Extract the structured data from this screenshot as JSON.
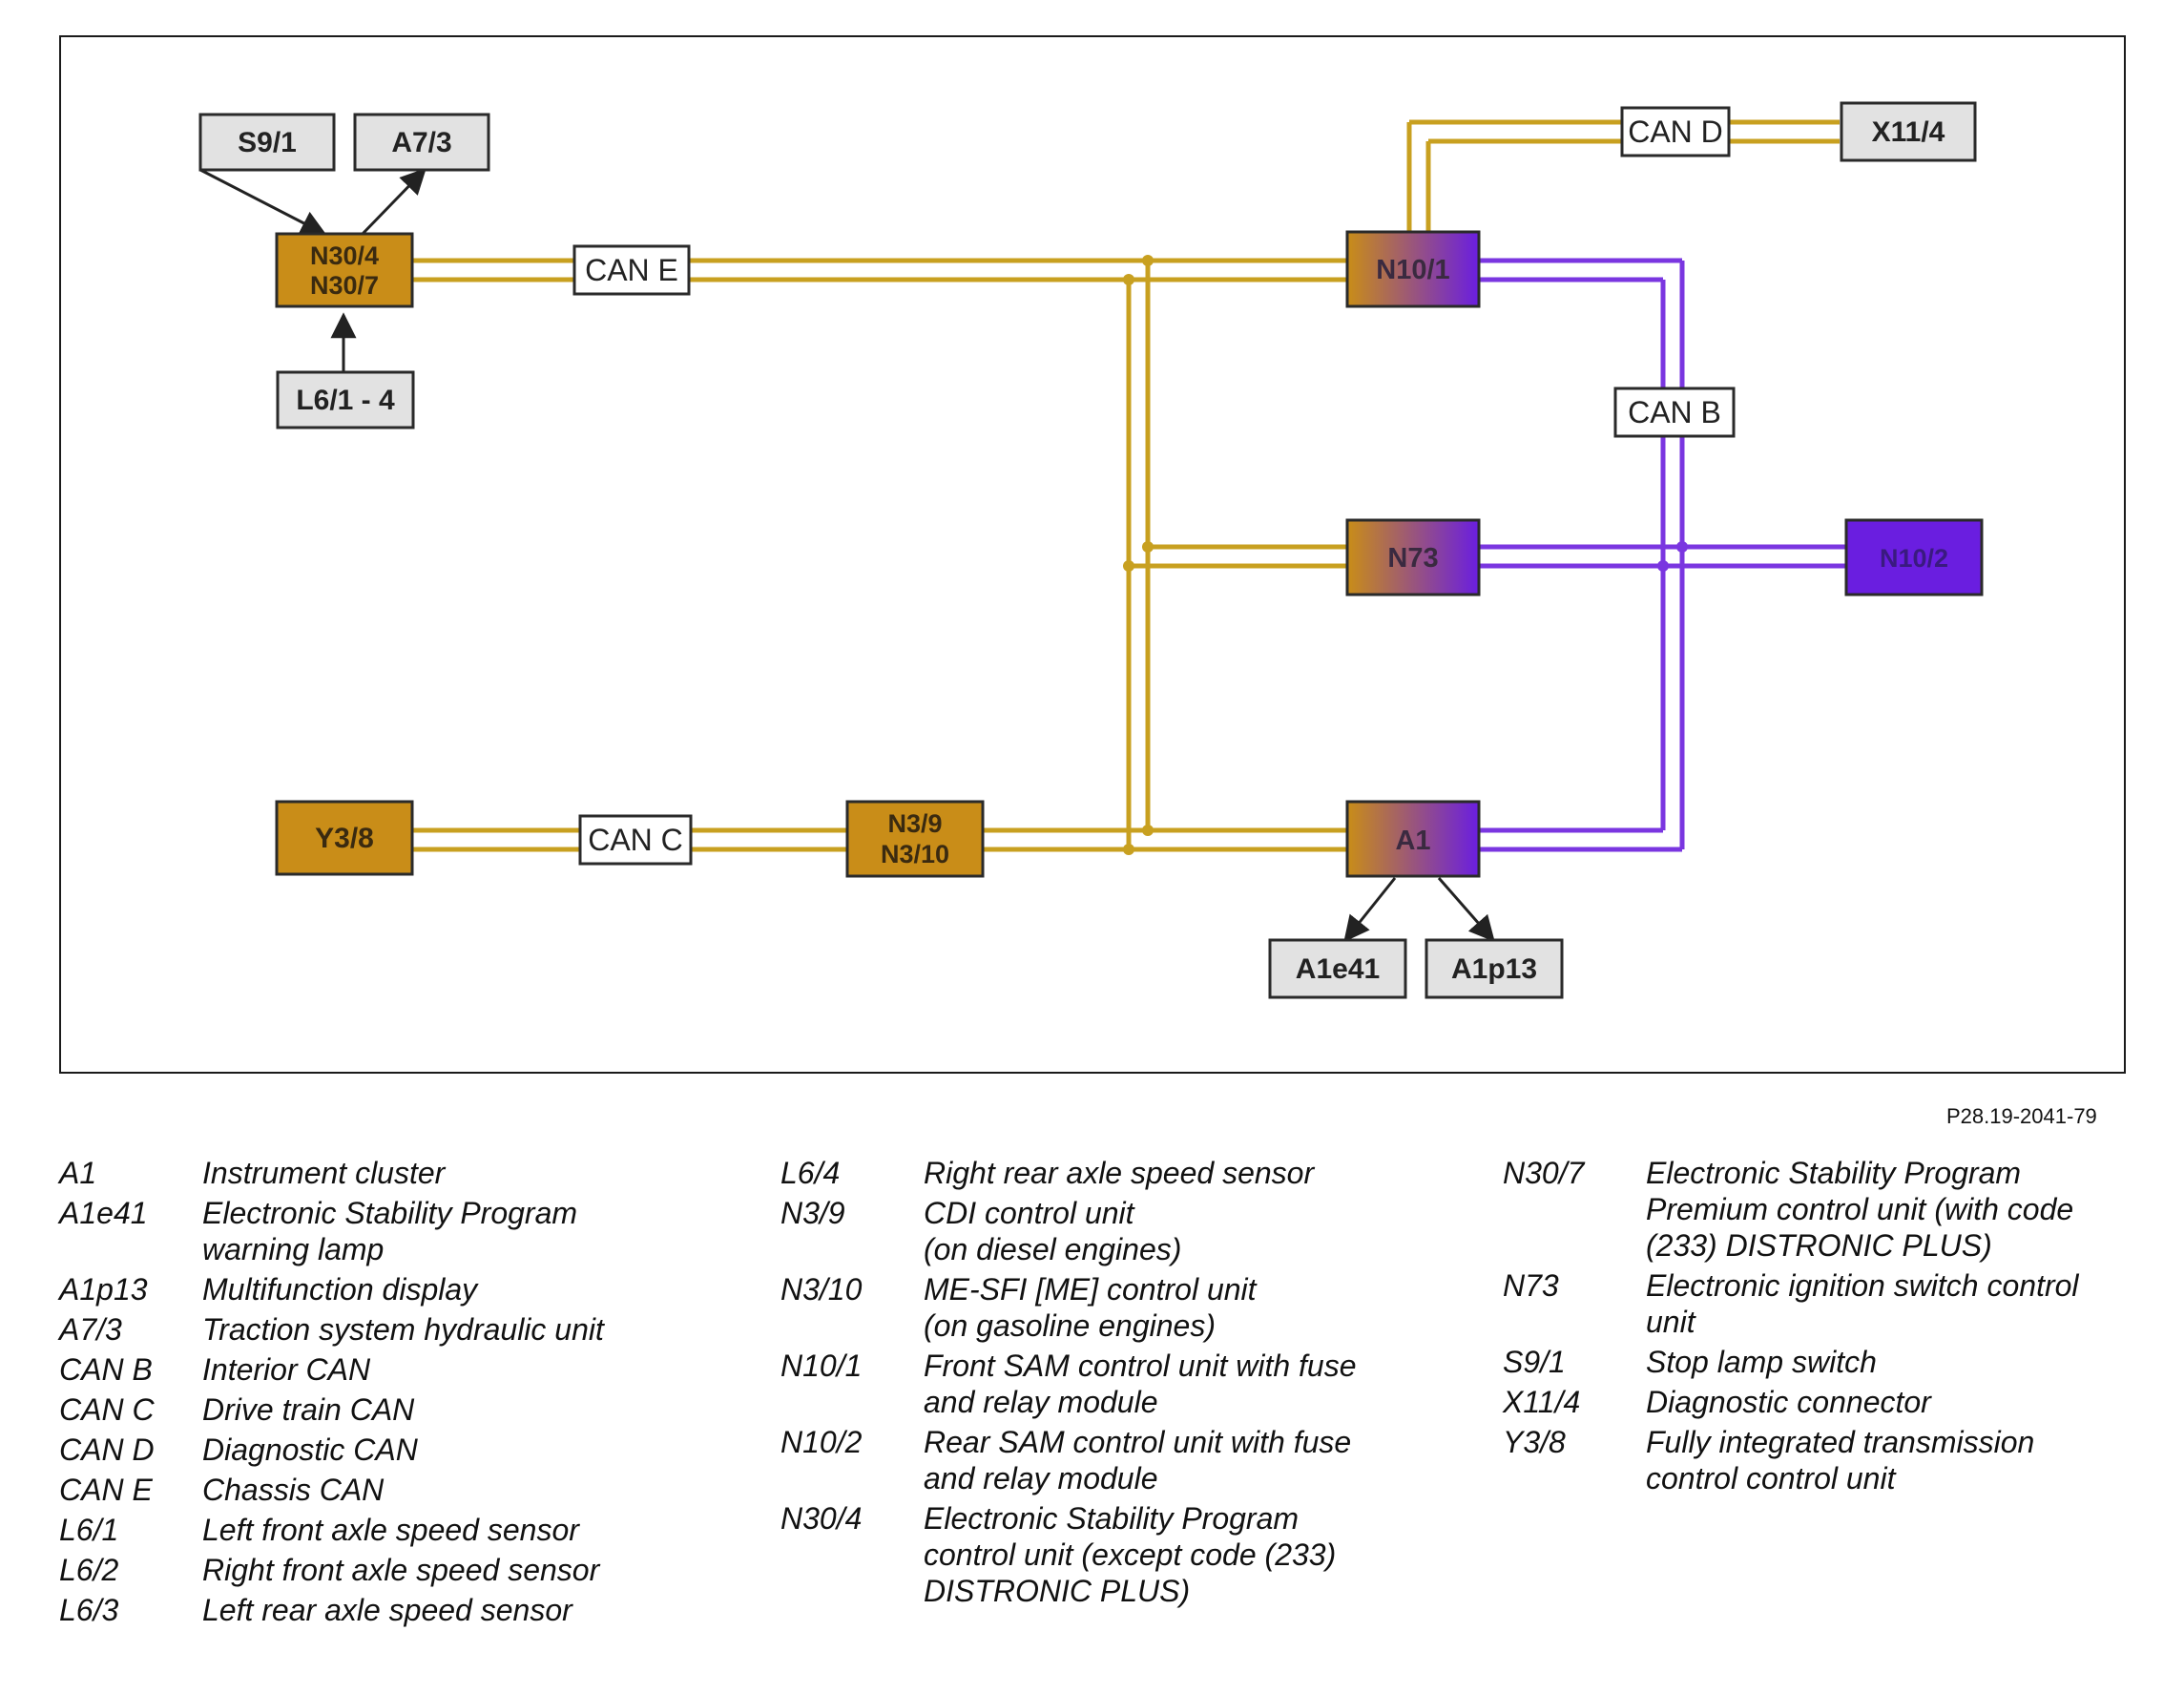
{
  "colors": {
    "can_e_line": "#c8a020",
    "can_b_line": "#7a36e0",
    "amber_box": "#c98d18",
    "violet_box": "#6a1ee0",
    "grey_box": "#e2e2e2",
    "border": "#2a2a2a"
  },
  "diagram": {
    "nodes": {
      "s9_1": "S9/1",
      "a7_3": "A7/3",
      "n30_4": "N30/4",
      "n30_7": "N30/7",
      "l6_1_4": "L6/1 - 4",
      "n10_1": "N10/1",
      "x11_4": "X11/4",
      "n73": "N73",
      "n10_2": "N10/2",
      "y3_8": "Y3/8",
      "n3_9": "N3/9",
      "n3_10": "N3/10",
      "a1": "A1",
      "a1e41": "A1e41",
      "a1p13": "A1p13"
    },
    "bus_labels": {
      "can_e": "CAN E",
      "can_d": "CAN D",
      "can_b": "CAN B",
      "can_c": "CAN C"
    }
  },
  "reference": "P28.19-2041-79",
  "legend": {
    "col1": [
      {
        "code": "A1",
        "desc": "Instrument cluster"
      },
      {
        "code": "A1e41",
        "desc": "Electronic Stability Program\nwarning lamp"
      },
      {
        "code": "A1p13",
        "desc": "Multifunction display"
      },
      {
        "code": "A7/3",
        "desc": "Traction system hydraulic unit"
      },
      {
        "code": "CAN B",
        "desc": "Interior CAN"
      },
      {
        "code": "CAN C",
        "desc": "Drive train CAN"
      },
      {
        "code": "CAN D",
        "desc": "Diagnostic CAN"
      },
      {
        "code": "CAN E",
        "desc": "Chassis CAN"
      },
      {
        "code": "L6/1",
        "desc": "Left front axle speed sensor"
      },
      {
        "code": "L6/2",
        "desc": "Right front axle speed sensor"
      },
      {
        "code": "L6/3",
        "desc": "Left rear axle speed sensor"
      }
    ],
    "col2": [
      {
        "code": "L6/4",
        "desc": "Right rear axle speed sensor"
      },
      {
        "code": "N3/9",
        "desc": "CDI control unit\n(on diesel engines)"
      },
      {
        "code": "N3/10",
        "desc": "ME-SFI [ME] control unit\n(on gasoline engines)"
      },
      {
        "code": "N10/1",
        "desc": "Front SAM control unit with fuse\nand relay module"
      },
      {
        "code": "N10/2",
        "desc": "Rear SAM control unit with fuse\nand relay module"
      },
      {
        "code": "N30/4",
        "desc": "Electronic Stability Program\ncontrol unit (except code (233)\nDISTRONIC PLUS)"
      }
    ],
    "col3": [
      {
        "code": "N30/7",
        "desc": "Electronic Stability Program\nPremium control unit (with code\n(233) DISTRONIC PLUS)"
      },
      {
        "code": "N73",
        "desc": "Electronic ignition switch control\nunit"
      },
      {
        "code": "S9/1",
        "desc": "Stop lamp switch"
      },
      {
        "code": "X11/4",
        "desc": "Diagnostic connector"
      },
      {
        "code": "Y3/8",
        "desc": "Fully integrated transmission\ncontrol control unit"
      }
    ]
  }
}
